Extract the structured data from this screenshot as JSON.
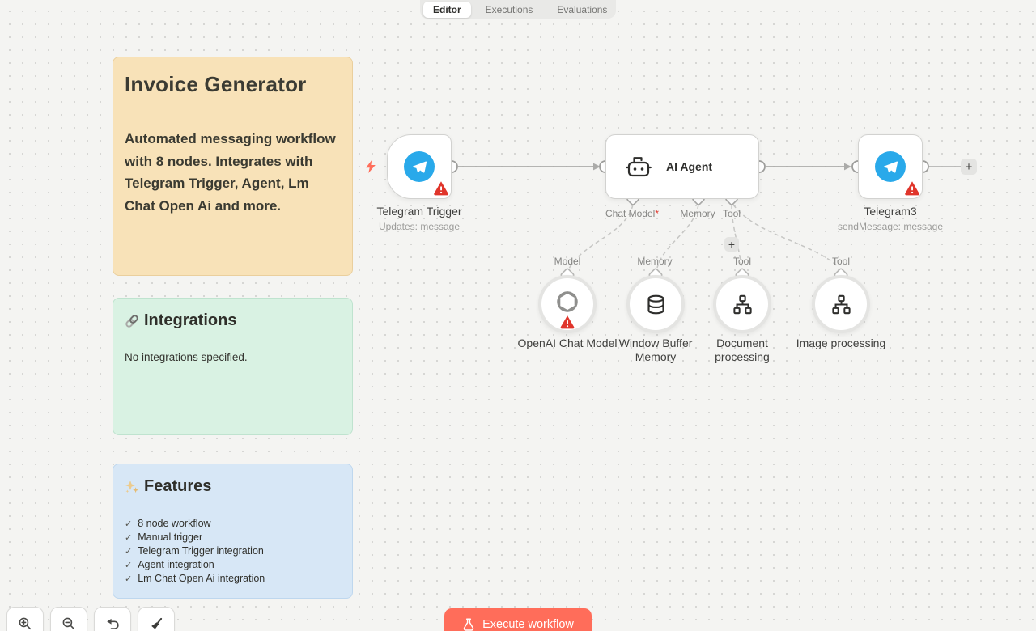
{
  "header": {
    "tabs": [
      {
        "label": "Editor",
        "active": true
      },
      {
        "label": "Executions",
        "active": false
      },
      {
        "label": "Evaluations",
        "active": false
      }
    ]
  },
  "notes": {
    "overview": {
      "title": "Invoice Generator",
      "body": "Automated messaging workflow with 8 nodes. Integrates with Telegram Trigger, Agent, Lm Chat Open Ai and more."
    },
    "integrations": {
      "icon": "link-icon",
      "title": "Integrations",
      "body": "No integrations specified."
    },
    "features": {
      "icon": "sparkles-icon",
      "title": "Features",
      "check_glyph": "✓",
      "items": [
        "8 node workflow",
        "Manual trigger",
        "Telegram Trigger integration",
        "Agent integration",
        "Lm Chat Open Ai integration"
      ]
    }
  },
  "workflow": {
    "telegram_trigger": {
      "label": "Telegram Trigger",
      "subtitle": "Updates: message",
      "has_error": true
    },
    "ai_agent": {
      "label": "AI Agent",
      "ports": [
        {
          "label": "Chat Model",
          "required_marker": "*"
        },
        {
          "label": "Memory",
          "required_marker": ""
        },
        {
          "label": "Tool",
          "required_marker": ""
        }
      ]
    },
    "telegram3": {
      "label": "Telegram3",
      "subtitle": "sendMessage: message",
      "has_error": true
    },
    "sub_nodes": [
      {
        "port_label": "Model",
        "label": "OpenAI Chat Model",
        "has_error": true
      },
      {
        "port_label": "Memory",
        "label": "Window Buffer Memory",
        "has_error": false
      },
      {
        "port_label": "Tool",
        "label": "Document processing",
        "has_error": false
      },
      {
        "port_label": "Tool",
        "label": "Image processing",
        "has_error": false
      }
    ],
    "plus_glyph": "+"
  },
  "controls": {
    "execute_label": "Execute workflow"
  },
  "colors": {
    "accent": "#ff6d5a",
    "telegram_blue": "#29a9ea",
    "warning_red": "#e0352b",
    "note_orange": "#f8e2b8",
    "note_green": "#d9f2e3",
    "note_blue": "#d7e7f6",
    "canvas_bg": "#f4f4f2"
  }
}
